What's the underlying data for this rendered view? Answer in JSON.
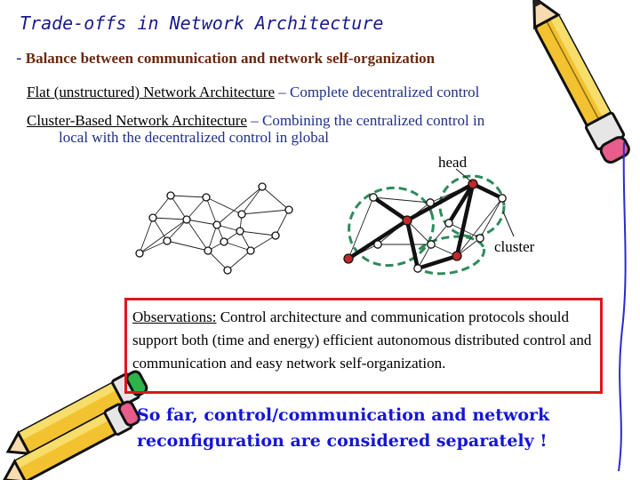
{
  "title": "Trade-offs in Network Architecture",
  "subtitle": {
    "dash": "-",
    "text": "Balance between communication and network self-organization"
  },
  "flat": {
    "heading": "Flat (unstructured) Network Architecture",
    "separator": " – ",
    "desc": "Complete decentralized control"
  },
  "cluster_based": {
    "heading": "Cluster-Based Network Architecture",
    "separator": " – ",
    "desc_line1": "Combining the centralized control in",
    "desc_line2": "local  with the decentralized control in global"
  },
  "labels": {
    "head": "head",
    "cluster": "cluster"
  },
  "observations": {
    "heading": "Observations:",
    "text": " Control architecture and communication protocols should support both (time and energy) efficient autonomous distributed control and communication and easy network self-organization."
  },
  "conclusion": "So far, control/communication and network reconfiguration are considered separately !",
  "colors": {
    "title": "#1a1a8c",
    "subtitle": "#6b2a10",
    "text_blue": "#1f2f8a",
    "box_border": "#e0141b",
    "conclusion": "#1515d8",
    "cluster_ring": "#2e8a5a",
    "head_node": "#c0282a"
  },
  "icons": [
    "pencil-icon-top-right",
    "pencils-icon-bottom-left",
    "flat-network-graph",
    "cluster-network-graph"
  ]
}
